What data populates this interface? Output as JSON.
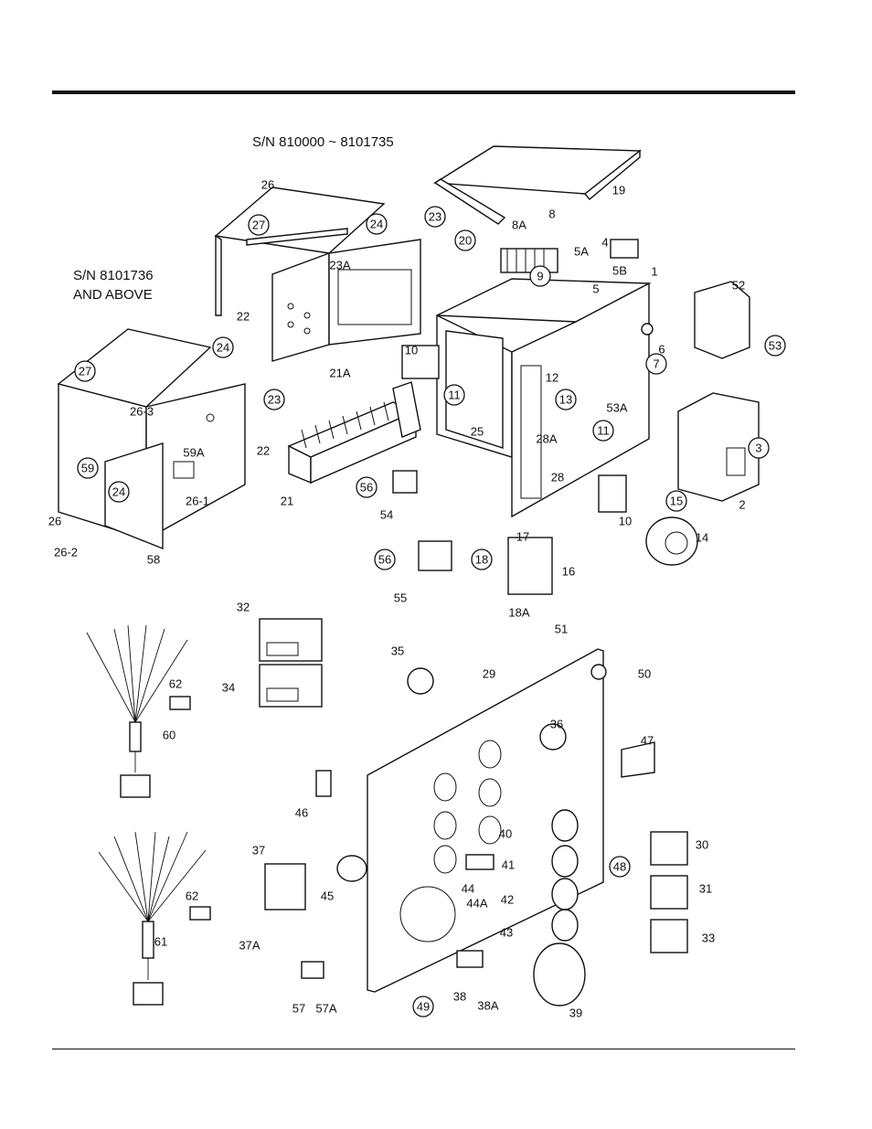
{
  "notes": {
    "sn_top": "S/N 810000 ~ 8101735",
    "sn_left_line1": "S/N 8101736",
    "sn_left_line2": "AND ABOVE"
  },
  "labels": [
    {
      "id": "26",
      "t": "26"
    },
    {
      "id": "27a",
      "t": "27",
      "c": true
    },
    {
      "id": "24a",
      "t": "24",
      "c": true
    },
    {
      "id": "23a",
      "t": "23",
      "c": true
    },
    {
      "id": "23A",
      "t": "23A"
    },
    {
      "id": "22a",
      "t": "22"
    },
    {
      "id": "19",
      "t": "19"
    },
    {
      "id": "20",
      "t": "20",
      "c": true
    },
    {
      "id": "8A",
      "t": "8A"
    },
    {
      "id": "8",
      "t": "8"
    },
    {
      "id": "9",
      "t": "9",
      "c": true
    },
    {
      "id": "5A",
      "t": "5A"
    },
    {
      "id": "4",
      "t": "4"
    },
    {
      "id": "5B",
      "t": "5B"
    },
    {
      "id": "5",
      "t": "5"
    },
    {
      "id": "1",
      "t": "1"
    },
    {
      "id": "52",
      "t": "52"
    },
    {
      "id": "53",
      "t": "53",
      "c": true
    },
    {
      "id": "6",
      "t": "6"
    },
    {
      "id": "7",
      "t": "7",
      "c": true
    },
    {
      "id": "10a",
      "t": "10"
    },
    {
      "id": "11a",
      "t": "11",
      "c": true
    },
    {
      "id": "21A",
      "t": "21A"
    },
    {
      "id": "12",
      "t": "12"
    },
    {
      "id": "13",
      "t": "13",
      "c": true
    },
    {
      "id": "53A",
      "t": "53A"
    },
    {
      "id": "3",
      "t": "3",
      "c": true
    },
    {
      "id": "2",
      "t": "2"
    },
    {
      "id": "25",
      "t": "25"
    },
    {
      "id": "28A",
      "t": "28A"
    },
    {
      "id": "11b",
      "t": "11",
      "c": true
    },
    {
      "id": "28",
      "t": "28"
    },
    {
      "id": "21",
      "t": "21"
    },
    {
      "id": "56a",
      "t": "56",
      "c": true
    },
    {
      "id": "54",
      "t": "54"
    },
    {
      "id": "10b",
      "t": "10"
    },
    {
      "id": "15",
      "t": "15",
      "c": true
    },
    {
      "id": "14",
      "t": "14"
    },
    {
      "id": "27b",
      "t": "27",
      "c": true
    },
    {
      "id": "24b",
      "t": "24",
      "c": true
    },
    {
      "id": "23b",
      "t": "23",
      "c": true
    },
    {
      "id": "26-3",
      "t": "26-3"
    },
    {
      "id": "59A",
      "t": "59A"
    },
    {
      "id": "22b",
      "t": "22"
    },
    {
      "id": "59",
      "t": "59",
      "c": true
    },
    {
      "id": "24c",
      "t": "24",
      "c": true
    },
    {
      "id": "26-1",
      "t": "26-1"
    },
    {
      "id": "26b",
      "t": "26"
    },
    {
      "id": "26-2",
      "t": "26-2"
    },
    {
      "id": "58",
      "t": "58"
    },
    {
      "id": "17",
      "t": "17"
    },
    {
      "id": "16",
      "t": "16"
    },
    {
      "id": "18",
      "t": "18",
      "c": true
    },
    {
      "id": "56b",
      "t": "56",
      "c": true
    },
    {
      "id": "55",
      "t": "55"
    },
    {
      "id": "18A",
      "t": "18A"
    },
    {
      "id": "32",
      "t": "32"
    },
    {
      "id": "34",
      "t": "34"
    },
    {
      "id": "35",
      "t": "35"
    },
    {
      "id": "29",
      "t": "29"
    },
    {
      "id": "51",
      "t": "51"
    },
    {
      "id": "50",
      "t": "50"
    },
    {
      "id": "36",
      "t": "36"
    },
    {
      "id": "47",
      "t": "47"
    },
    {
      "id": "62a",
      "t": "62"
    },
    {
      "id": "60",
      "t": "60"
    },
    {
      "id": "46",
      "t": "46"
    },
    {
      "id": "40",
      "t": "40"
    },
    {
      "id": "48",
      "t": "48",
      "c": true
    },
    {
      "id": "30",
      "t": "30"
    },
    {
      "id": "41",
      "t": "41"
    },
    {
      "id": "37",
      "t": "37"
    },
    {
      "id": "45",
      "t": "45"
    },
    {
      "id": "44",
      "t": "44"
    },
    {
      "id": "44A",
      "t": "44A"
    },
    {
      "id": "42",
      "t": "42"
    },
    {
      "id": "31",
      "t": "31"
    },
    {
      "id": "62b",
      "t": "62"
    },
    {
      "id": "61",
      "t": "61"
    },
    {
      "id": "43",
      "t": "43"
    },
    {
      "id": "33",
      "t": "33"
    },
    {
      "id": "37A",
      "t": "37A"
    },
    {
      "id": "57",
      "t": "57"
    },
    {
      "id": "57A",
      "t": "57A"
    },
    {
      "id": "49",
      "t": "49",
      "c": true
    },
    {
      "id": "38",
      "t": "38"
    },
    {
      "id": "38A",
      "t": "38A"
    },
    {
      "id": "39",
      "t": "39"
    }
  ]
}
